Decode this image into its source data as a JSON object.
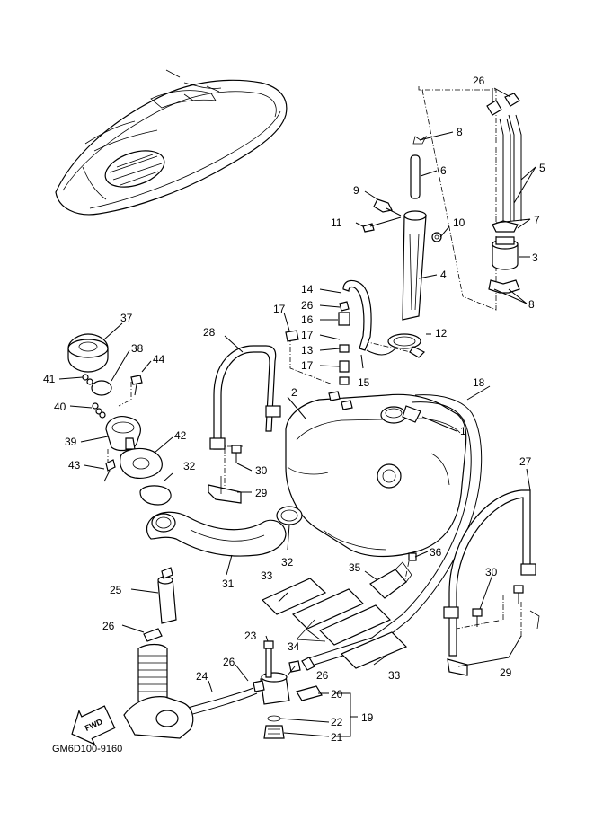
{
  "diagram_code": "GM6D100-9160",
  "fwd_label": "FWD",
  "part_labels": {
    "p1": "1",
    "p2": "2",
    "p3": "3",
    "p4": "4",
    "p5": "5",
    "p6": "6",
    "p7": "7",
    "p8a": "8",
    "p8b": "8",
    "p9": "9",
    "p10": "10",
    "p11": "11",
    "p12": "12",
    "p13": "13",
    "p14": "14",
    "p15": "15",
    "p16": "16",
    "p17a": "17",
    "p17b": "17",
    "p17c": "17",
    "p18": "18",
    "p19": "19",
    "p20": "20",
    "p21": "21",
    "p22": "22",
    "p23": "23",
    "p24": "24",
    "p25": "25",
    "p26a": "26",
    "p26b": "26",
    "p26c": "26",
    "p26d": "26",
    "p26e": "26",
    "p27": "27",
    "p28": "28",
    "p29a": "29",
    "p29b": "29",
    "p30a": "30",
    "p30b": "30",
    "p31": "31",
    "p32a": "32",
    "p32b": "32",
    "p33a": "33",
    "p33b": "33",
    "p34": "34",
    "p35": "35",
    "p36": "36",
    "p37": "37",
    "p38": "38",
    "p39": "39",
    "p40": "40",
    "p41": "41",
    "p42": "42",
    "p43": "43",
    "p44": "44"
  }
}
